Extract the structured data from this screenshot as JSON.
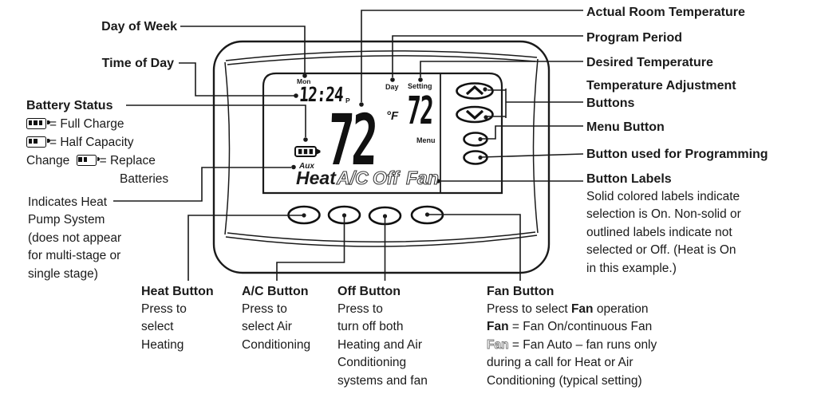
{
  "ink": "#1a1a1a",
  "left": {
    "day_of_week": "Day of Week",
    "time_of_day": "Time of Day",
    "battery": {
      "title": "Battery Status",
      "full": "= Full Charge",
      "half": "= Half Capacity",
      "change_prefix": "Change",
      "change_suffix": "= Replace",
      "change_cont": "Batteries"
    },
    "heat_pump": [
      "Indicates Heat",
      "Pump System",
      "(does not appear",
      "for multi-stage or",
      "single stage)"
    ]
  },
  "right": {
    "actual_room_temperature": "Actual Room Temperature",
    "program_period": "Program Period",
    "desired_temperature": "Desired Temperature",
    "temperature_adjustment_1": "Temperature Adjustment",
    "temperature_adjustment_2": "Buttons",
    "menu_button": "Menu Button",
    "programming_button": "Button used for Programming",
    "button_labels": {
      "title": "Button Labels",
      "lines": [
        "Solid colored labels indicate",
        "selection is On. Non-solid or",
        "outlined labels indicate not",
        "selected or Off. (Heat is On",
        "in this example.)"
      ]
    }
  },
  "bottom": {
    "heat": {
      "title": "Heat Button",
      "lines": [
        "Press to",
        "select",
        "Heating"
      ]
    },
    "ac": {
      "title": "A/C Button",
      "lines": [
        "Press to",
        "select Air",
        "Conditioning"
      ]
    },
    "off": {
      "title": "Off Button",
      "lines": [
        "Press to",
        "turn off both",
        "Heating and Air",
        "Conditioning",
        "systems and fan"
      ]
    },
    "fan": {
      "title": "Fan Button",
      "l1_pre": "Press to select ",
      "l1_bold": "Fan",
      "l1_post": " operation",
      "l2_bold": "Fan",
      "l2_post": " = Fan On/continuous Fan",
      "l3_outline": "Fan",
      "l3_post": " = Fan Auto – fan runs only",
      "l4": "during a call for Heat or Air",
      "l5": "Conditioning (typical setting)"
    }
  },
  "display": {
    "day": "Mon",
    "time": "12:24",
    "ampm": "P",
    "period": "Day",
    "setting_label": "Setting",
    "setpoint": "72",
    "temp": "72",
    "unit": "°F",
    "menu": "Menu",
    "aux": "Aux",
    "modes": {
      "heat": "Heat",
      "ac": "A/C",
      "off": "Off",
      "fan": "Fan"
    }
  }
}
